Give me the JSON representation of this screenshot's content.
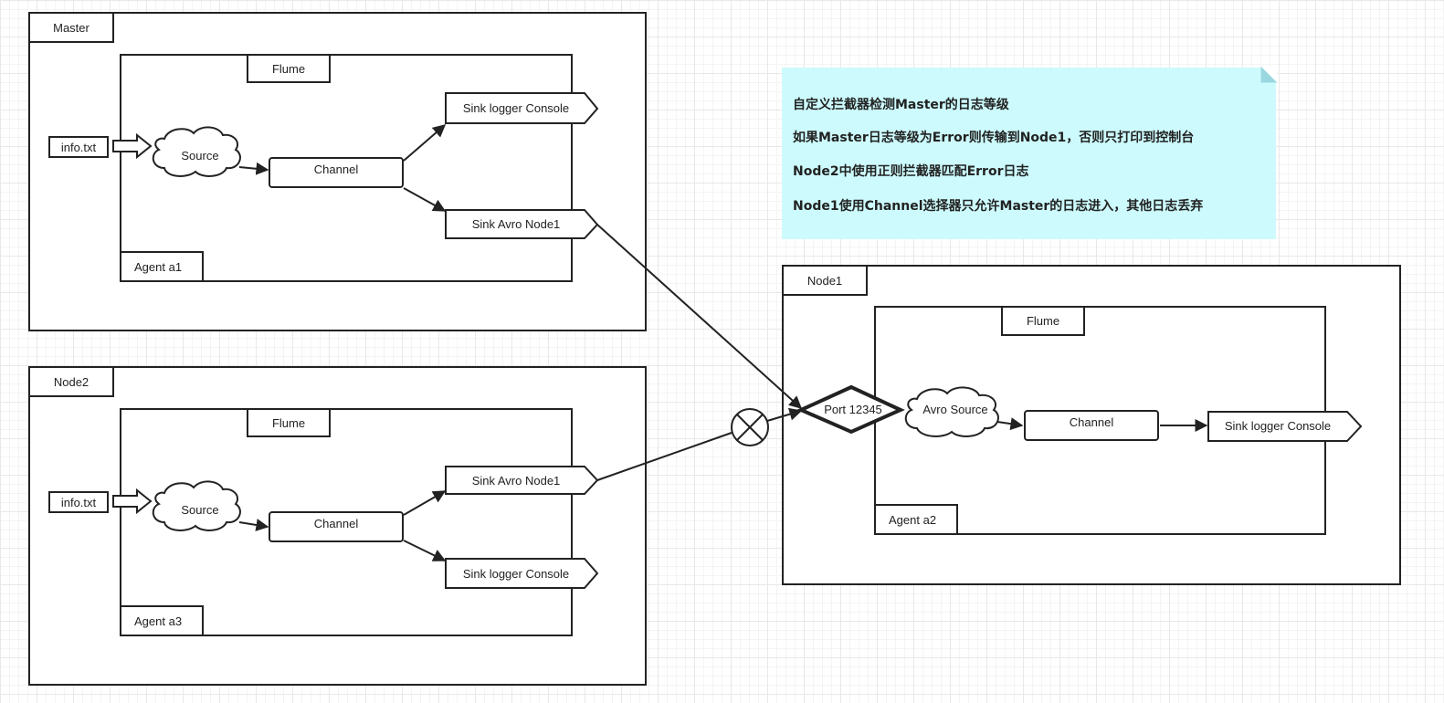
{
  "note": {
    "lines": [
      "自定义拦截器检测Master的日志等级",
      "如果Master日志等级为Error则传输到Node1，否则只打印到控制台",
      "Node2中使用正则拦截器匹配Error日志",
      "Node1使用Channel选择器只允许Master的日志进入，其他日志丢弃"
    ]
  },
  "master": {
    "title": "Master",
    "flume_label": "Flume",
    "agent_label": "Agent a1",
    "file": "info.txt",
    "source": "Source",
    "channel": "Channel",
    "sink_top": "Sink logger Console",
    "sink_bottom": "Sink Avro Node1"
  },
  "node2": {
    "title": "Node2",
    "flume_label": "Flume",
    "agent_label": "Agent a3",
    "file": "info.txt",
    "source": "Source",
    "channel": "Channel",
    "sink_top": "Sink Avro Node1",
    "sink_bottom": "Sink logger Console"
  },
  "node1": {
    "title": "Node1",
    "flume_label": "Flume",
    "agent_label": "Agent a2",
    "port": "Port 12345",
    "source": "Avro Source",
    "channel": "Channel",
    "sink": "Sink logger Console"
  },
  "colors": {
    "note_bg": "#cdfbfd",
    "stroke": "#222222"
  }
}
